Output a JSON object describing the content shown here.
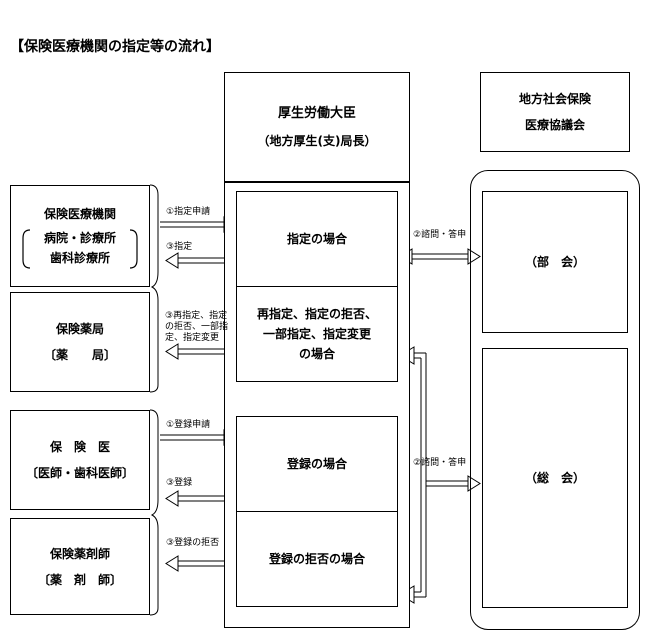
{
  "title": "【保険医療機関の指定等の流れ】",
  "minister": {
    "name": "厚生労働大臣",
    "sub": "（地方厚生(支)局長）"
  },
  "council": {
    "line1": "地方社会保険",
    "line2": "医療協議会"
  },
  "council_sections": {
    "bukai": "（部　会）",
    "sokai": "（総　会）"
  },
  "left_boxes": {
    "hospital": {
      "line1": "保険医療機関",
      "line2": "病院・診療所",
      "line3": "歯科診療所"
    },
    "pharmacy": {
      "line1": "保険薬局",
      "line2": "〔薬　　局〕"
    },
    "doctor": {
      "line1": "保　険　医",
      "line2": "〔医師・歯科医師〕"
    },
    "pharmacist": {
      "line1": "保険薬剤師",
      "line2": "〔薬　剤　師〕"
    }
  },
  "cases": {
    "designation": "指定の場合",
    "redesignation": {
      "line1": "再指定、指定の拒否、",
      "line2": "一部指定、指定変更",
      "line3": "の場合"
    },
    "registration": "登録の場合",
    "refusal": "登録の拒否の場合"
  },
  "arrows": {
    "apply_designation": "①指定申請",
    "designation": "③指定",
    "redesig": {
      "line1": "③再指定、指定",
      "line2": "の拒否、一部指",
      "line3": "定、指定変更"
    },
    "apply_registration": "①登録申請",
    "registration": "③登録",
    "refusal": "③登録の拒否",
    "consult_top": "②諮問・答申",
    "consult_bottom": "②諮問・答申"
  }
}
